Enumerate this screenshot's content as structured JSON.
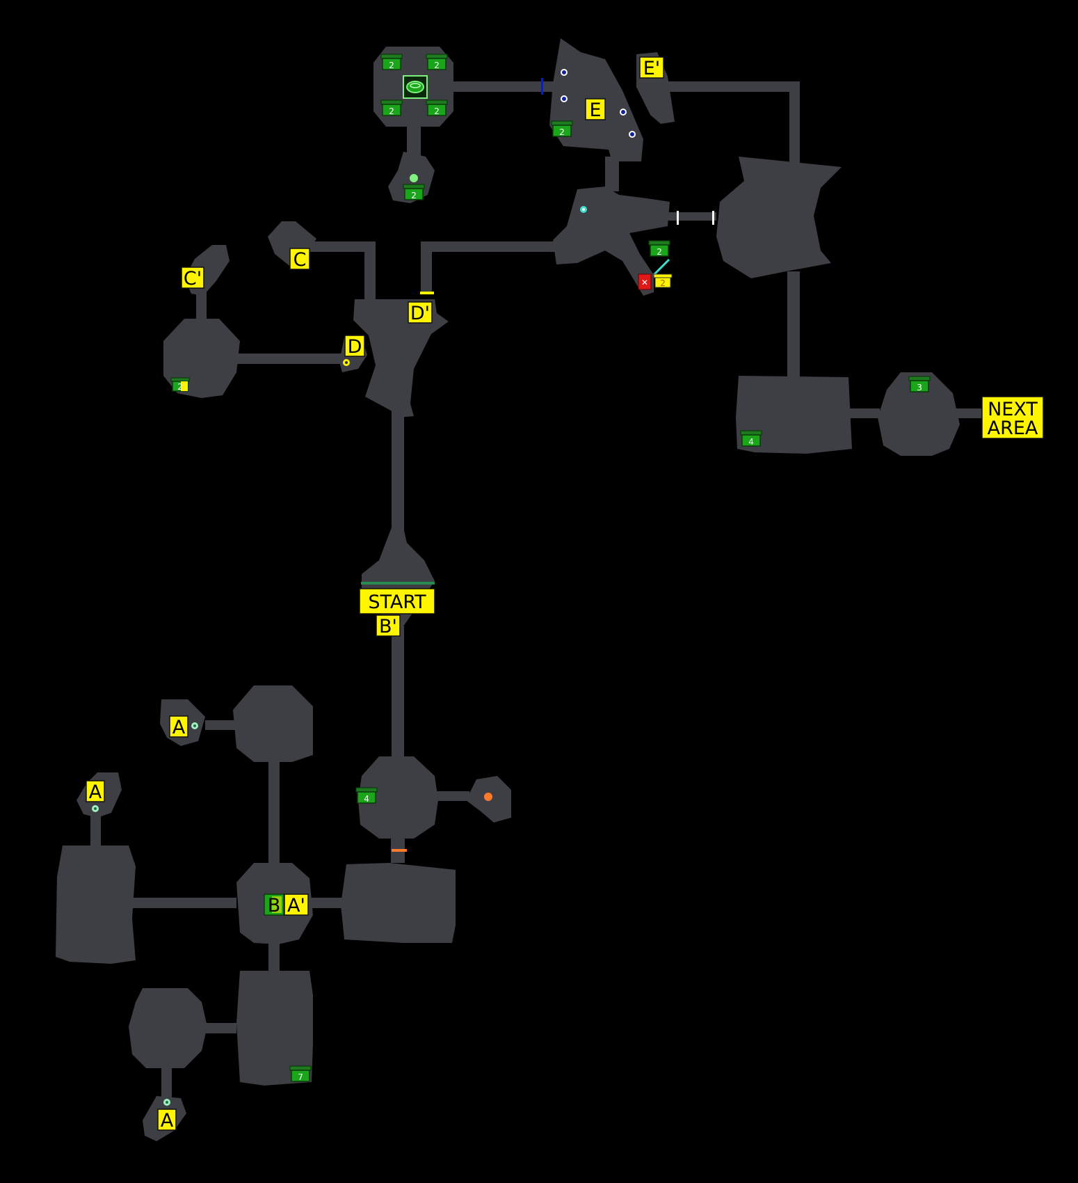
{
  "labels": {
    "start": "START",
    "next_area": [
      "NEXT",
      "AREA"
    ],
    "a": "A",
    "a_prime": "A'",
    "b": "B",
    "b_prime": "B'",
    "c": "C",
    "c_prime": "C'",
    "d": "D",
    "d_prime": "D'",
    "e": "E",
    "e_prime": "E'"
  },
  "chests": {
    "top_left_1": "2",
    "top_left_2": "2",
    "top_left_3": "2",
    "top_left_4": "2",
    "below_top_room": "2",
    "room_e": "2",
    "mid_right": "2",
    "trapped": "2",
    "west_room": "2",
    "far_east": "3",
    "east_big": "4",
    "start_round": "4",
    "south_room": "7"
  },
  "colors": {
    "background": "#000000",
    "floor": "#3e3f44",
    "label_yellow": "#fff500",
    "chest_green": "#1aa51a",
    "switch_blue": "#1020a0",
    "warp_cyan": "#40e0d0",
    "orange_marker": "#ff7a2a"
  },
  "icons": [
    "treasure-chest-icon",
    "warp-pad-icon",
    "switch-icon",
    "save-point-icon",
    "trap-icon",
    "door-icon"
  ]
}
